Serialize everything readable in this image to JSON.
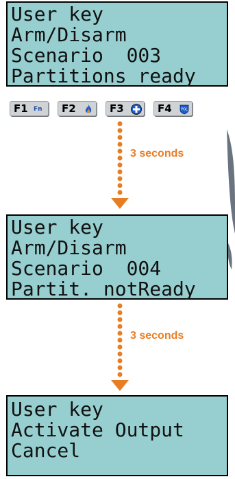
{
  "colors": {
    "accent": "#e87e24",
    "lcd": "#97cfd0"
  },
  "screens": [
    {
      "lines": [
        "User key",
        "Arm/Disarm",
        "Scenario  003",
        "Partitions ready"
      ]
    },
    {
      "lines": [
        "User key",
        "Arm/Disarm",
        "Scenario  004",
        "Partit. notReady"
      ]
    },
    {
      "lines": [
        "User key",
        "Activate Output",
        "Cancel"
      ]
    }
  ],
  "fkeys": [
    {
      "label": "F1",
      "icon": "fn-icon",
      "icon_text": "Fn"
    },
    {
      "label": "F2",
      "icon": "fire-icon"
    },
    {
      "label": "F3",
      "icon": "medical-cross-icon"
    },
    {
      "label": "F4",
      "icon": "police-icon",
      "icon_text": "POL"
    }
  ],
  "transitions": [
    {
      "label": "3 seconds"
    },
    {
      "label": "3 seconds"
    }
  ]
}
